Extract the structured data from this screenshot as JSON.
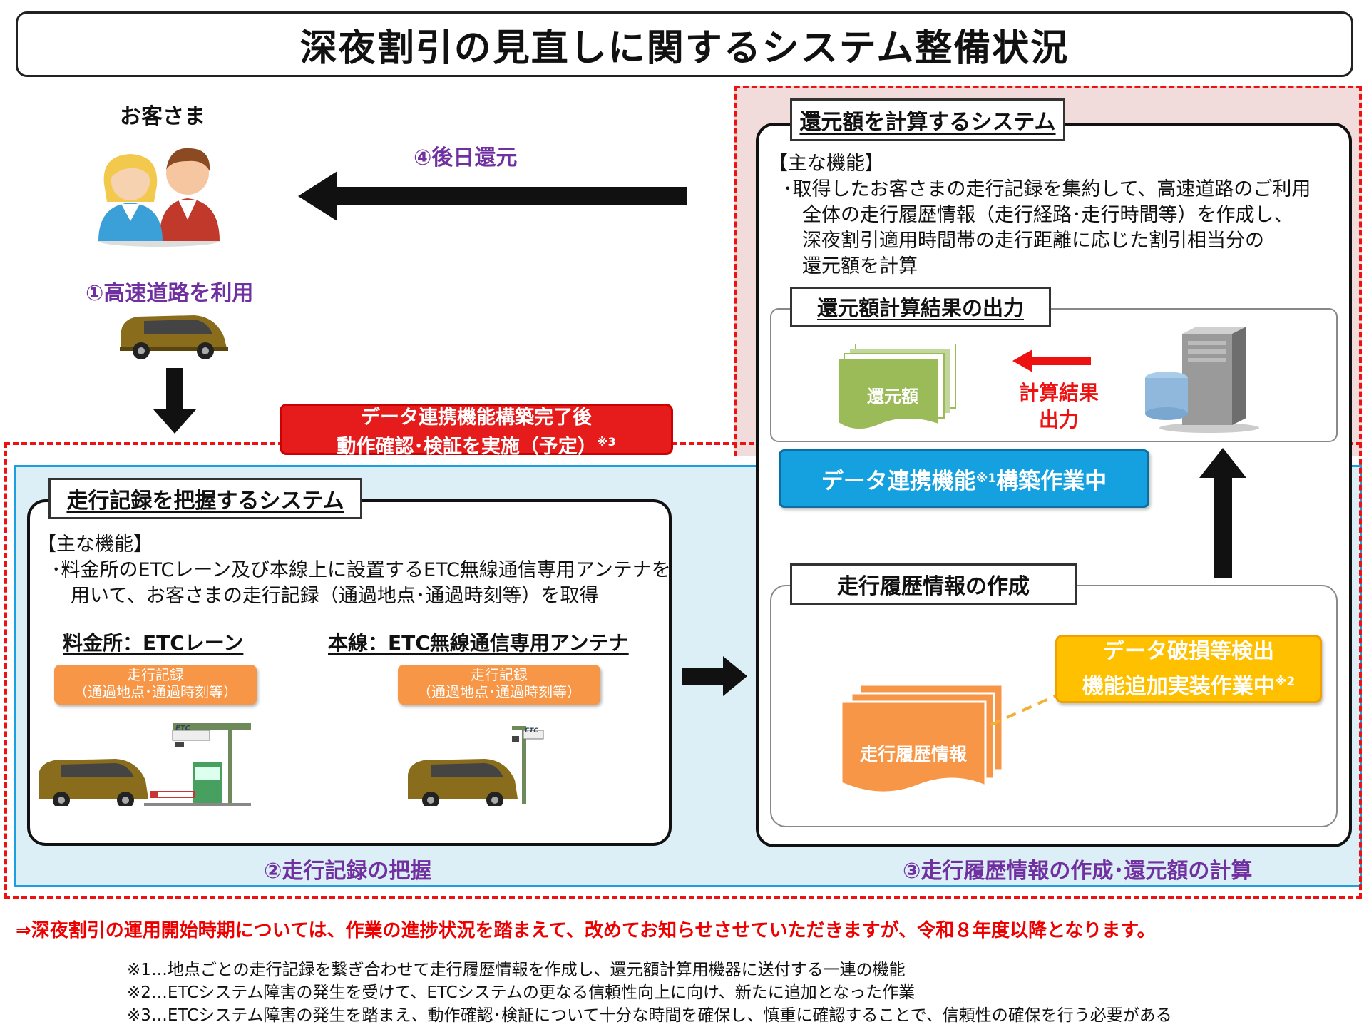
{
  "title": "深夜割引の見直しに関するシステム整備状況",
  "customer": {
    "label": "お客さま"
  },
  "steps": {
    "step1": "①高速道路を利用",
    "step2": "②走行記録の把握",
    "step3": "③走行履歴情報の作成･還元額の計算",
    "step4": "④後日還元"
  },
  "refund_system": {
    "title": "還元額を計算するシステム",
    "features_heading": "【主な機能】",
    "features_text": "･取得したお客さまの走行記録を集約して、高速道路のご利用\n　全体の走行履歴情報（走行経路･走行時間等）を作成し、\n　深夜割引適用時間帯の走行距離に応じた割引相当分の\n　還元額を計算",
    "output_box_title": "還元額計算結果の出力",
    "doc_label": "還元額",
    "arrow_label": "計算結果\n出力"
  },
  "verification_badge": {
    "line1": "データ連携機能構築完了後",
    "line2": "動作確認･検証を実施（予定）",
    "note": "※3"
  },
  "data_link_badge": {
    "text_a": "データ連携機能",
    "note": "※1",
    "text_b": "構築作業中"
  },
  "record_system": {
    "title": "走行記録を把握するシステム",
    "features_heading": "【主な機能】",
    "features_text": "･料金所のETCレーン及び本線上に設置するETC無線通信専用アンテナを\n　用いて、お客さまの走行記録（通過地点･通過時刻等）を取得",
    "lane_heading": "料金所：ETCレーン",
    "antenna_heading": "本線：ETC無線通信専用アンテナ",
    "record_label": "走行記録\n（通過地点･通過時刻等）",
    "etc_sign": "ETC"
  },
  "history_box": {
    "title": "走行履歴情報の作成",
    "doc_label": "走行履歴情報",
    "detect_line1": "データ破損等検出",
    "detect_line2": "機能追加実装作業中",
    "detect_note": "※2"
  },
  "notice": "⇒深夜割引の運用開始時期については、作業の進捗状況を踏まえて、改めてお知らせさせていただきますが、令和８年度以降となります。",
  "footnotes": [
    "※1…地点ごとの走行記録を繋ぎ合わせて走行履歴情報を作成し、還元額計算用機器に送付する一連の機能",
    "※2…ETCシステム障害の発生を受けて、ETCシステムの更なる信頼性向上に向け、新たに追加となった作業",
    "※3…ETCシステム障害の発生を踏まえ、動作確認･検証について十分な時間を確保し、慎重に確認することで、信頼性の確保を行う必要がある"
  ],
  "colors": {
    "red": "#ee1111",
    "purple": "#7030a0",
    "blue": "#1aa0e0",
    "orange": "#f79646",
    "yellow": "#ffc000",
    "green": "#9bbb59"
  }
}
